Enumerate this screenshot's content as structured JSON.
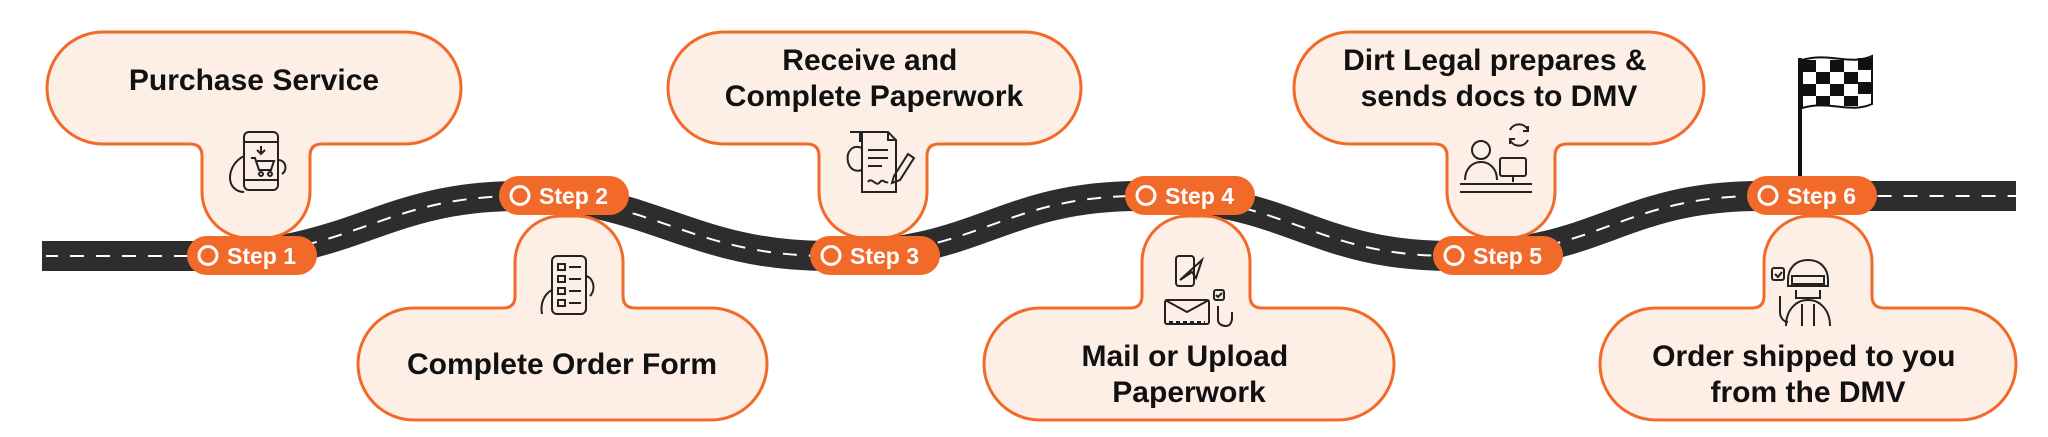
{
  "accent_color": "#f26a2a",
  "bubble_fill": "#fdeee6",
  "road_color": "#2d2d2d",
  "steps": [
    {
      "label": "Step 1",
      "title_lines": [
        "Purchase Service"
      ],
      "icon": "shopping-cart-phone-icon"
    },
    {
      "label": "Step 2",
      "title_lines": [
        "Complete Order Form"
      ],
      "icon": "form-checklist-icon"
    },
    {
      "label": "Step 3",
      "title_lines": [
        "Receive and",
        "Complete Paperwork"
      ],
      "icon": "sign-document-icon"
    },
    {
      "label": "Step 4",
      "title_lines": [
        "Mail or Upload",
        "Paperwork"
      ],
      "icon": "mail-upload-icon"
    },
    {
      "label": "Step 5",
      "title_lines": [
        "Dirt Legal prepares &",
        "sends docs to DMV"
      ],
      "icon": "agent-desk-icon"
    },
    {
      "label": "Step 6",
      "title_lines": [
        "Order shipped to you",
        "from the DMV"
      ],
      "icon": "rider-delivery-icon"
    }
  ]
}
